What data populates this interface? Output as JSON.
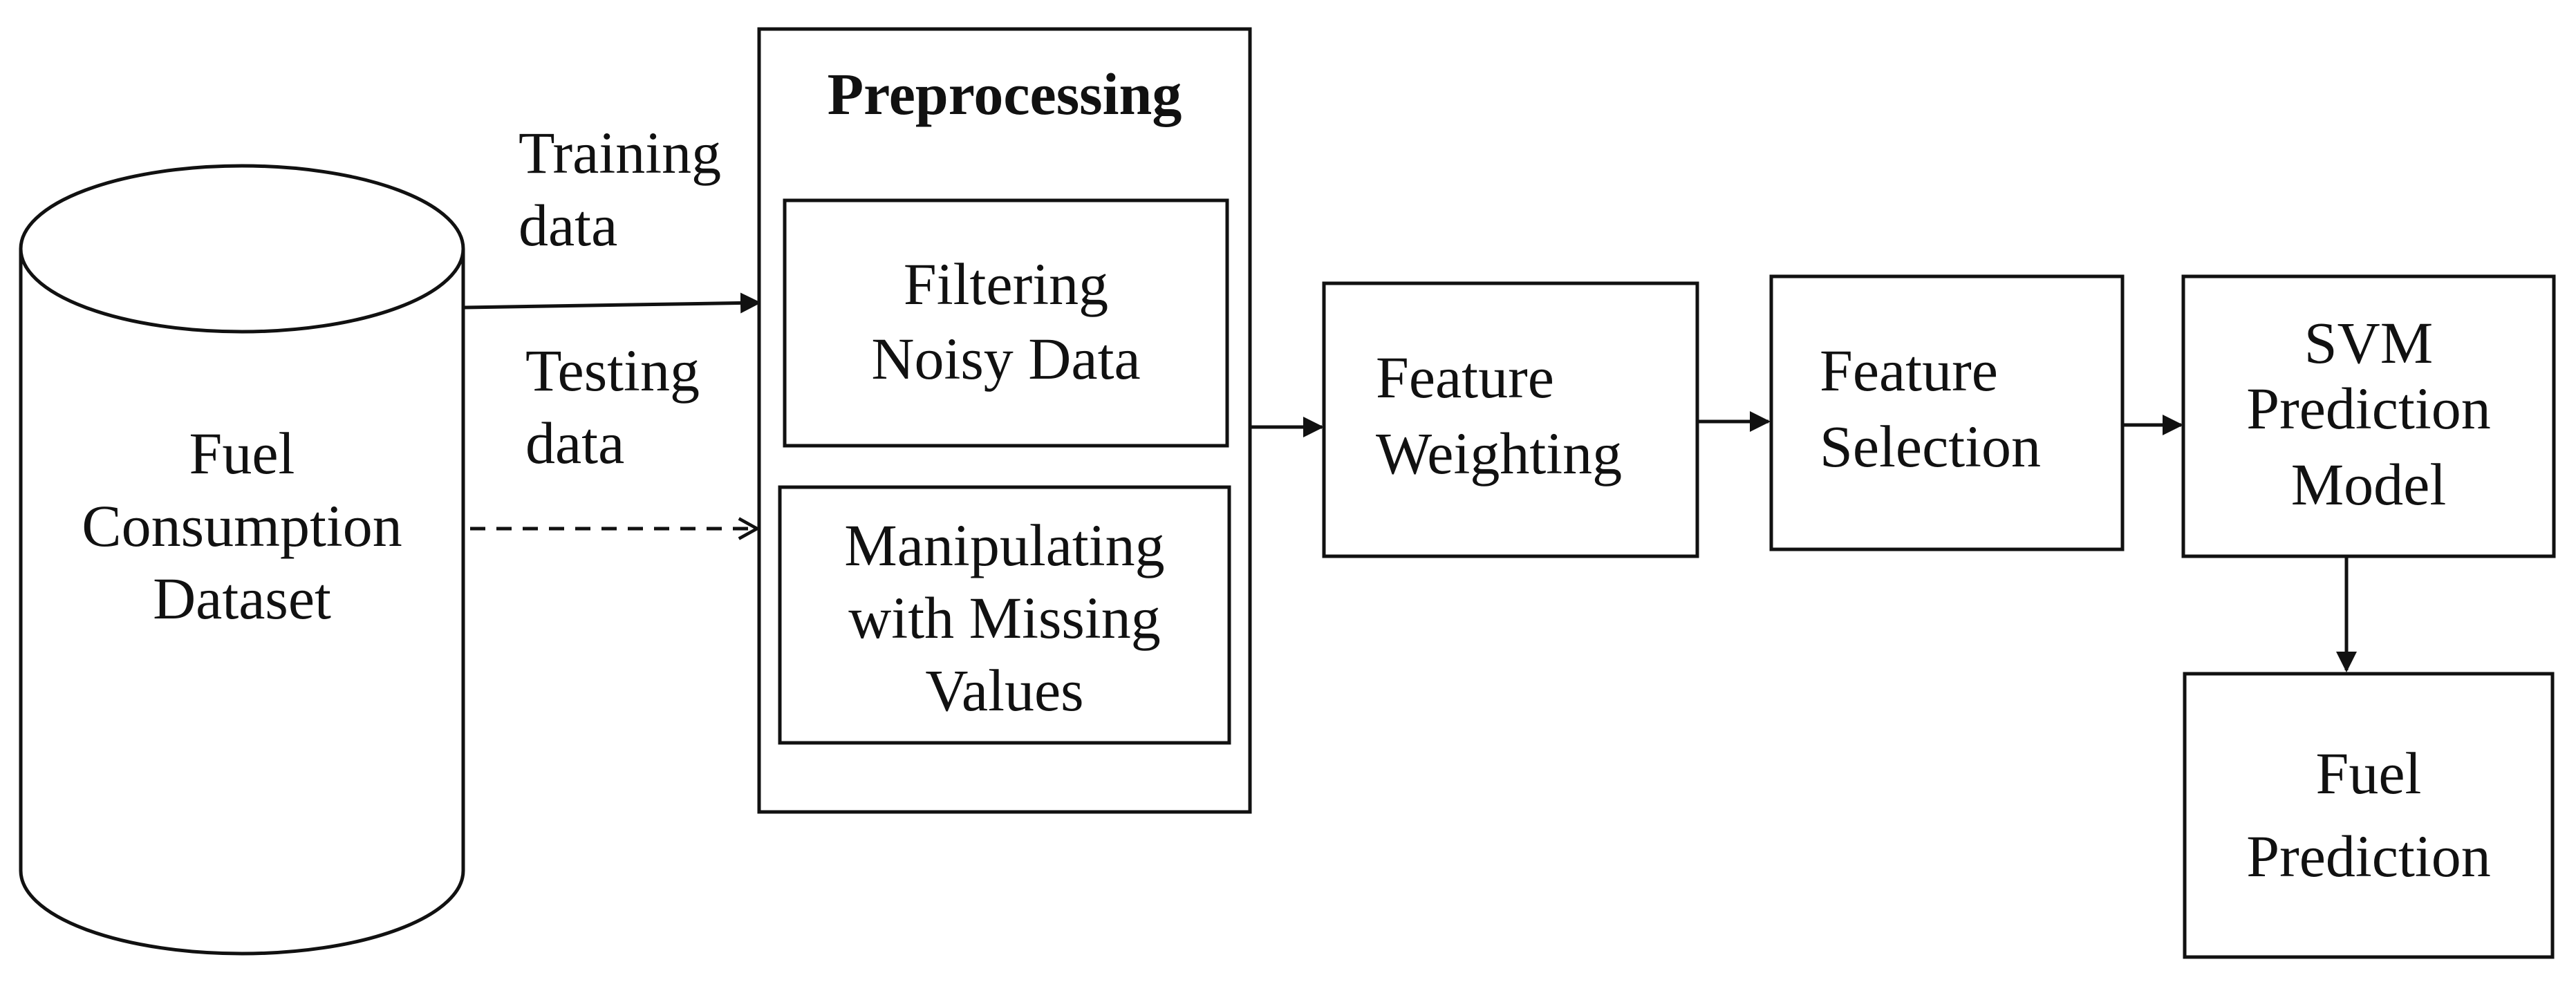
{
  "diagram": {
    "dataset_label": [
      "Fuel",
      "Consumption",
      "Dataset"
    ],
    "training_label": [
      "Training",
      "data"
    ],
    "testing_label": [
      "Testing",
      "data"
    ],
    "preprocessing_title": "Preprocessing",
    "filtering_label": [
      "Filtering",
      "Noisy Data"
    ],
    "missing_label": [
      "Manipulating",
      "with Missing",
      "Values"
    ],
    "weighting_label": [
      "Feature",
      "Weighting"
    ],
    "selection_label": [
      "Feature",
      "Selection"
    ],
    "svm_label": [
      "SVM",
      "Prediction",
      "Model"
    ],
    "prediction_label": [
      "Fuel",
      "Prediction"
    ]
  }
}
